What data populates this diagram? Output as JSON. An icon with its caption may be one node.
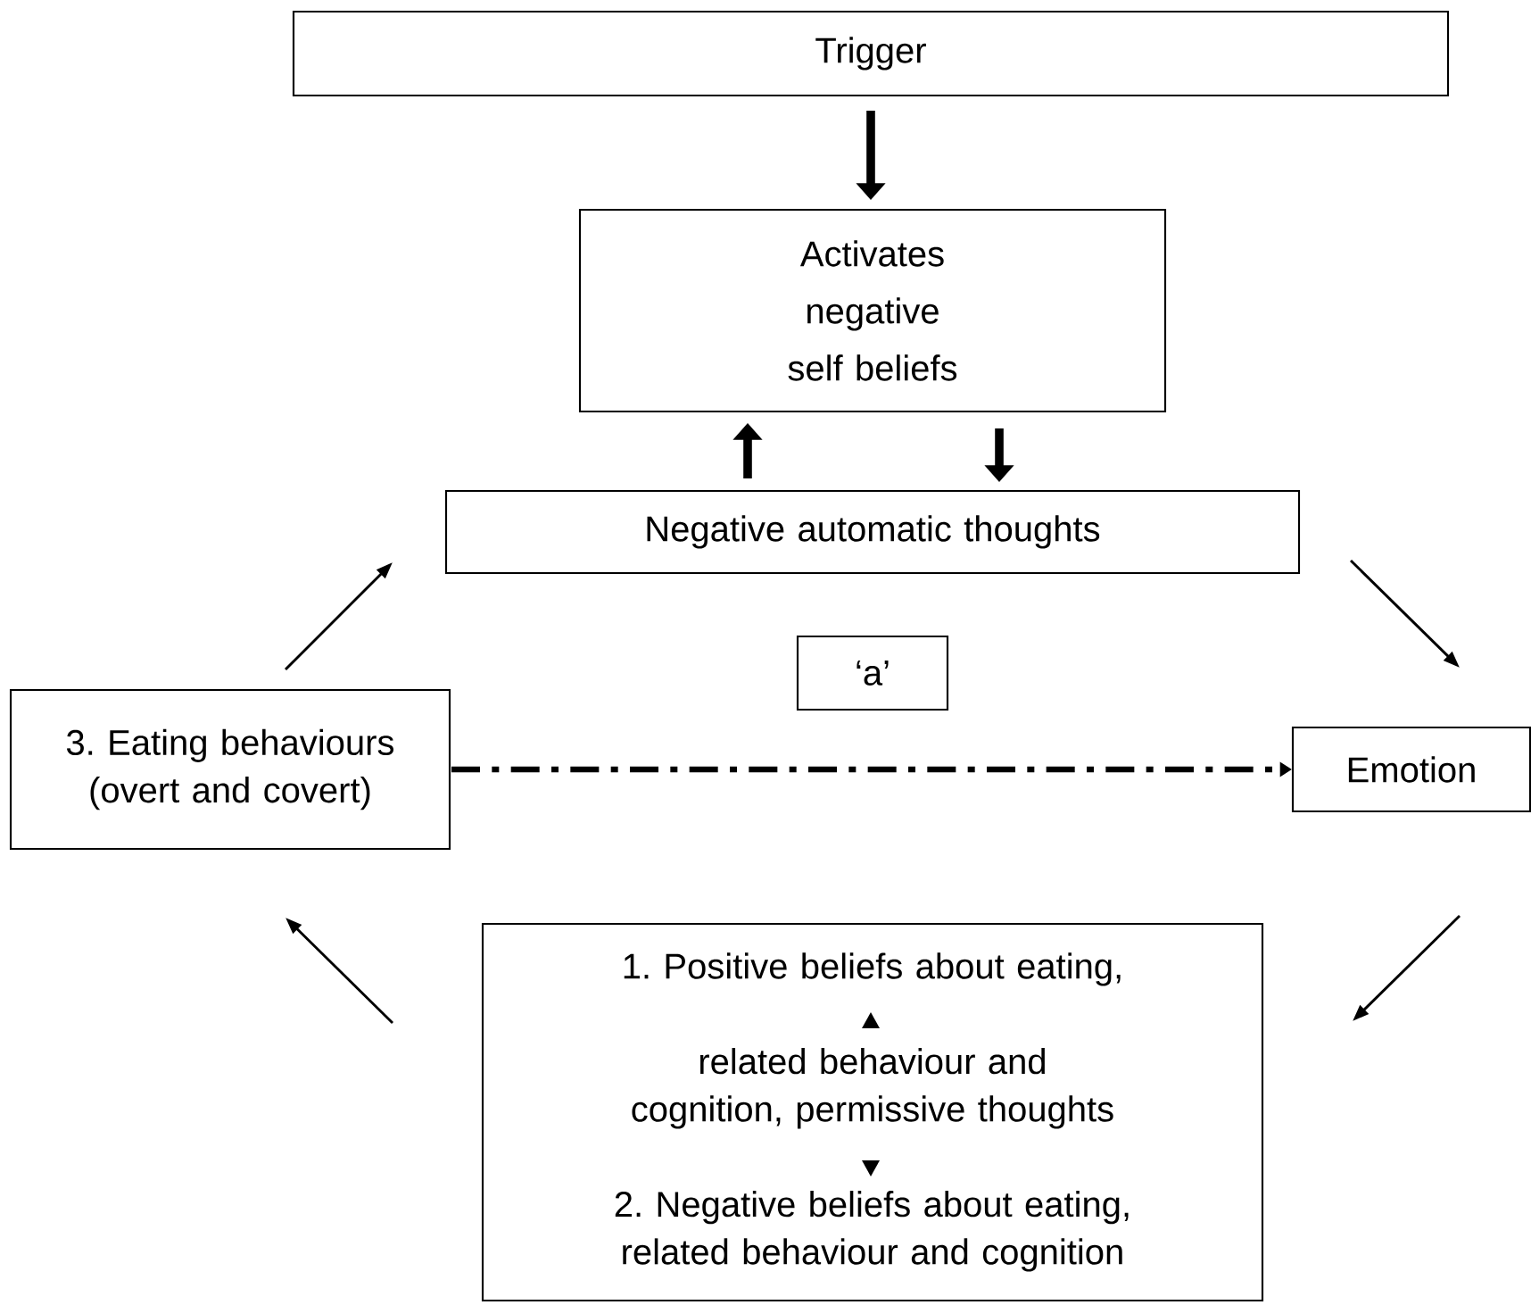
{
  "diagram": {
    "nodes": [
      {
        "text": [
          "Trigger"
        ]
      },
      {
        "text": [
          "Activates negative self beliefs"
        ]
      },
      {
        "text": [
          "Negative automatic thoughts"
        ]
      },
      {
        "text": [
          "‘a’"
        ]
      },
      {
        "text": [
          "3. Eating behaviours (overt and covert)"
        ]
      },
      {
        "text": [
          "Emotion"
        ]
      },
      {
        "text": [
          "1. Positive beliefs about eating,",
          "related behaviour and cognition, permissive thoughts",
          "2. Negative beliefs about eating, related behaviour and cognition"
        ]
      }
    ],
    "edges": [
      {
        "from": 0,
        "to": 1,
        "arrow": "to",
        "style": "thick"
      },
      {
        "from": 2,
        "to": 1,
        "arrow": "to",
        "style": "thick"
      },
      {
        "from": 1,
        "to": 2,
        "arrow": "to",
        "style": "thick"
      },
      {
        "from": 2,
        "to": 5,
        "arrow": "to"
      },
      {
        "from": 5,
        "to": 6,
        "arrow": "to"
      },
      {
        "from": 6,
        "to": 4,
        "arrow": "to"
      },
      {
        "from": 4,
        "to": 2,
        "arrow": "to"
      },
      {
        "from": 4,
        "to": 5,
        "arrow": "to",
        "style": "dashed"
      }
    ]
  }
}
